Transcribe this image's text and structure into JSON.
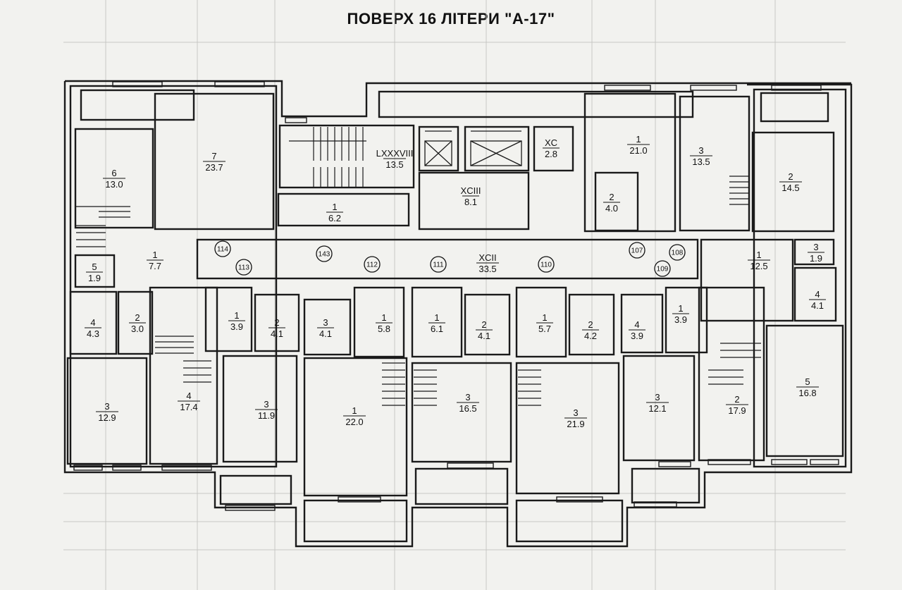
{
  "plan_title": "ПОВЕРХ 16 ЛІТЕРИ \"А-17\"",
  "rooms": [
    {
      "id": "r-6-left",
      "number": "6",
      "area": "13.0"
    },
    {
      "id": "r-7",
      "number": "7",
      "area": "23.7"
    },
    {
      "id": "r-5-left",
      "number": "5",
      "area": "1.9"
    },
    {
      "id": "r-1-left-hall",
      "number": "1",
      "area": "7.7"
    },
    {
      "id": "r-4-left",
      "number": "4",
      "area": "4.3"
    },
    {
      "id": "r-2-left",
      "number": "2",
      "area": "3.0"
    },
    {
      "id": "r-3-left",
      "number": "3",
      "area": "12.9"
    },
    {
      "id": "r-4-stair-left",
      "number": "4",
      "area": "17.4"
    },
    {
      "id": "r-1-a113",
      "number": "1",
      "area": "3.9"
    },
    {
      "id": "r-2-a113",
      "number": "2",
      "area": "4.1"
    },
    {
      "id": "r-3-a113",
      "number": "3",
      "area": "11.9"
    },
    {
      "id": "r-LXXXVIII",
      "number": "LXXXVIII",
      "area": "13.5"
    },
    {
      "id": "r-1-core",
      "number": "1",
      "area": "6.2"
    },
    {
      "id": "r-XCIII",
      "number": "XCIII",
      "area": "8.1"
    },
    {
      "id": "r-XC",
      "number": "XC",
      "area": "2.8"
    },
    {
      "id": "r-XCII",
      "number": "XCII",
      "area": "33.5"
    },
    {
      "id": "r-3-a112",
      "number": "3",
      "area": "4.1"
    },
    {
      "id": "r-1-a112",
      "number": "1",
      "area": "5.8"
    },
    {
      "id": "r-1-a112-big",
      "number": "1",
      "area": "22.0"
    },
    {
      "id": "r-1-a111",
      "number": "1",
      "area": "6.1"
    },
    {
      "id": "r-2-a111",
      "number": "2",
      "area": "4.1"
    },
    {
      "id": "r-3-a111",
      "number": "3",
      "area": "16.5"
    },
    {
      "id": "r-1-a110",
      "number": "1",
      "area": "5.7"
    },
    {
      "id": "r-2-a110",
      "number": "2",
      "area": "4.2"
    },
    {
      "id": "r-3-a110",
      "number": "3",
      "area": "21.9"
    },
    {
      "id": "r-4-a109",
      "number": "4",
      "area": "3.9"
    },
    {
      "id": "r-1-a109",
      "number": "1",
      "area": "3.9"
    },
    {
      "id": "r-3-a109",
      "number": "3",
      "area": "12.1"
    },
    {
      "id": "r-2-a109",
      "number": "2",
      "area": "17.9"
    },
    {
      "id": "r-1-right-top",
      "number": "1",
      "area": "21.0"
    },
    {
      "id": "r-2-right-small",
      "number": "2",
      "area": "4.0"
    },
    {
      "id": "r-3-right-top",
      "number": "3",
      "area": "13.5"
    },
    {
      "id": "r-2-right",
      "number": "2",
      "area": "14.5"
    },
    {
      "id": "r-1-right-hall",
      "number": "1",
      "area": "12.5"
    },
    {
      "id": "r-3-right-small",
      "number": "3",
      "area": "1.9"
    },
    {
      "id": "r-4-right",
      "number": "4",
      "area": "4.1"
    },
    {
      "id": "r-5-right",
      "number": "5",
      "area": "16.8"
    }
  ],
  "apartment_markers": [
    "114",
    "143",
    "113",
    "112",
    "111",
    "110",
    "107",
    "108",
    "109"
  ]
}
